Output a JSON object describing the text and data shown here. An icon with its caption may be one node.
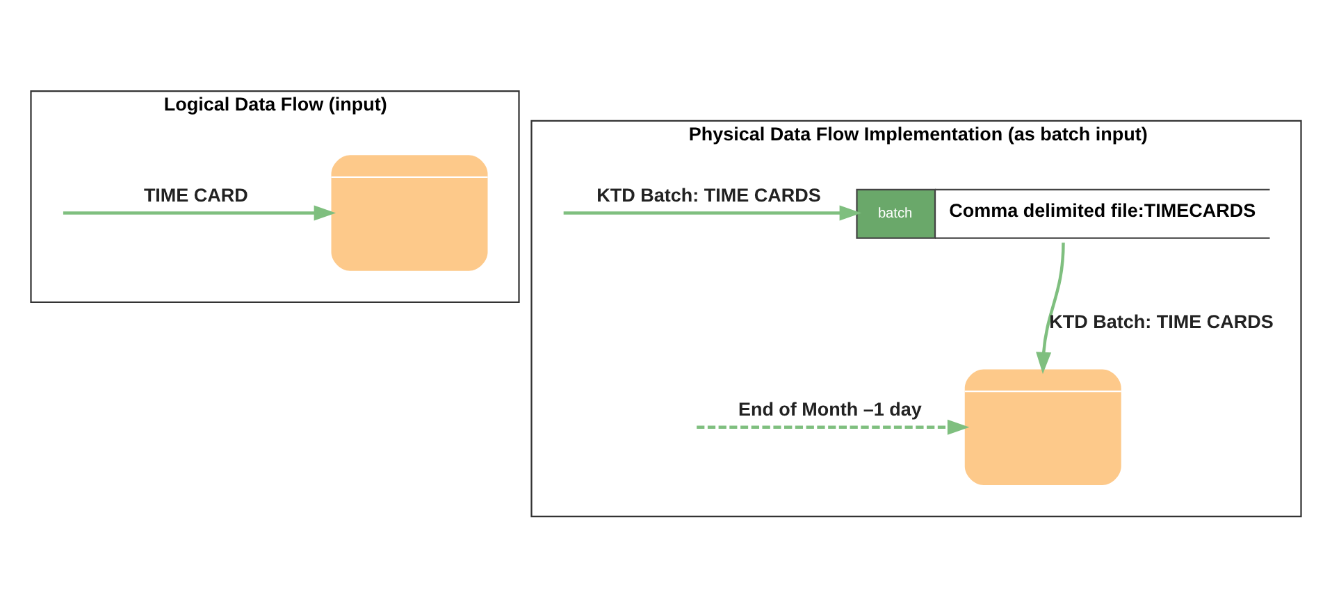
{
  "diagram": {
    "nodes": [
      {
        "text": [
          "Logical Data Flow (input)"
        ]
      },
      {
        "text": [
          "Physical Data Flow Implementation (as batch input)"
        ]
      },
      {
        "text": [],
        "shape": "box",
        "in": 0
      },
      {
        "text": [
          "batch",
          "Comma delimited file:TIMECARDS"
        ],
        "in": 1
      },
      {
        "text": [],
        "shape": "box",
        "in": 1
      }
    ],
    "edges": [
      {
        "from": null,
        "to": 2,
        "arrow": "to",
        "label": "TIME CARD"
      },
      {
        "from": null,
        "to": 3,
        "arrow": "to",
        "label": "KTD Batch: TIME CARDS"
      },
      {
        "from": 3,
        "to": 4,
        "arrow": "to",
        "label": "KTD Batch: TIME CARDS"
      },
      {
        "from": null,
        "to": 4,
        "arrow": "to",
        "label": "End of Month –1 day",
        "style": "dashed"
      }
    ]
  }
}
